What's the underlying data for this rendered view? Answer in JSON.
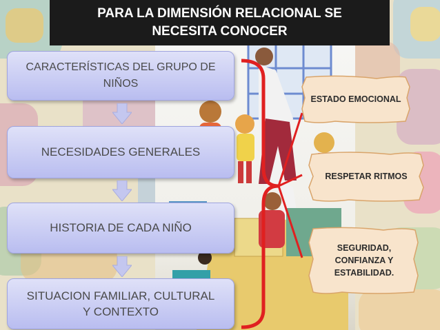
{
  "title": {
    "line1": "PARA LA DIMENSIÓN RELACIONAL SE",
    "line2": "NECESITA CONOCER"
  },
  "steps": [
    {
      "line1": "CARACTERÍSTICAS DEL GRUPO DE",
      "line2": "NIÑOS"
    },
    {
      "line1": "NECESIDADES GENERALES",
      "line2": ""
    },
    {
      "line1": "HISTORIA DE CADA NIÑO",
      "line2": ""
    },
    {
      "line1": "SITUACION FAMILIAR, CULTURAL",
      "line2": "Y CONTEXTO"
    }
  ],
  "notes": [
    {
      "text": "ESTADO EMOCIONAL"
    },
    {
      "text": "RESPETAR RITMOS"
    },
    {
      "line1": "SEGURIDAD,",
      "line2": "CONFIANZA Y",
      "line3": "ESTABILIDAD."
    }
  ],
  "colors": {
    "title_bg": "#1b1b1b",
    "box_fill": "#c9ccf4",
    "box_border": "#9fa4df",
    "arrow": "#c4c7ef",
    "bracket": "#e02020",
    "note_fill": "#f8e4cc",
    "note_border": "#d9a46a"
  },
  "icons": [
    "down-arrow-icon",
    "curly-bracket-icon",
    "torn-paper-note-icon"
  ]
}
